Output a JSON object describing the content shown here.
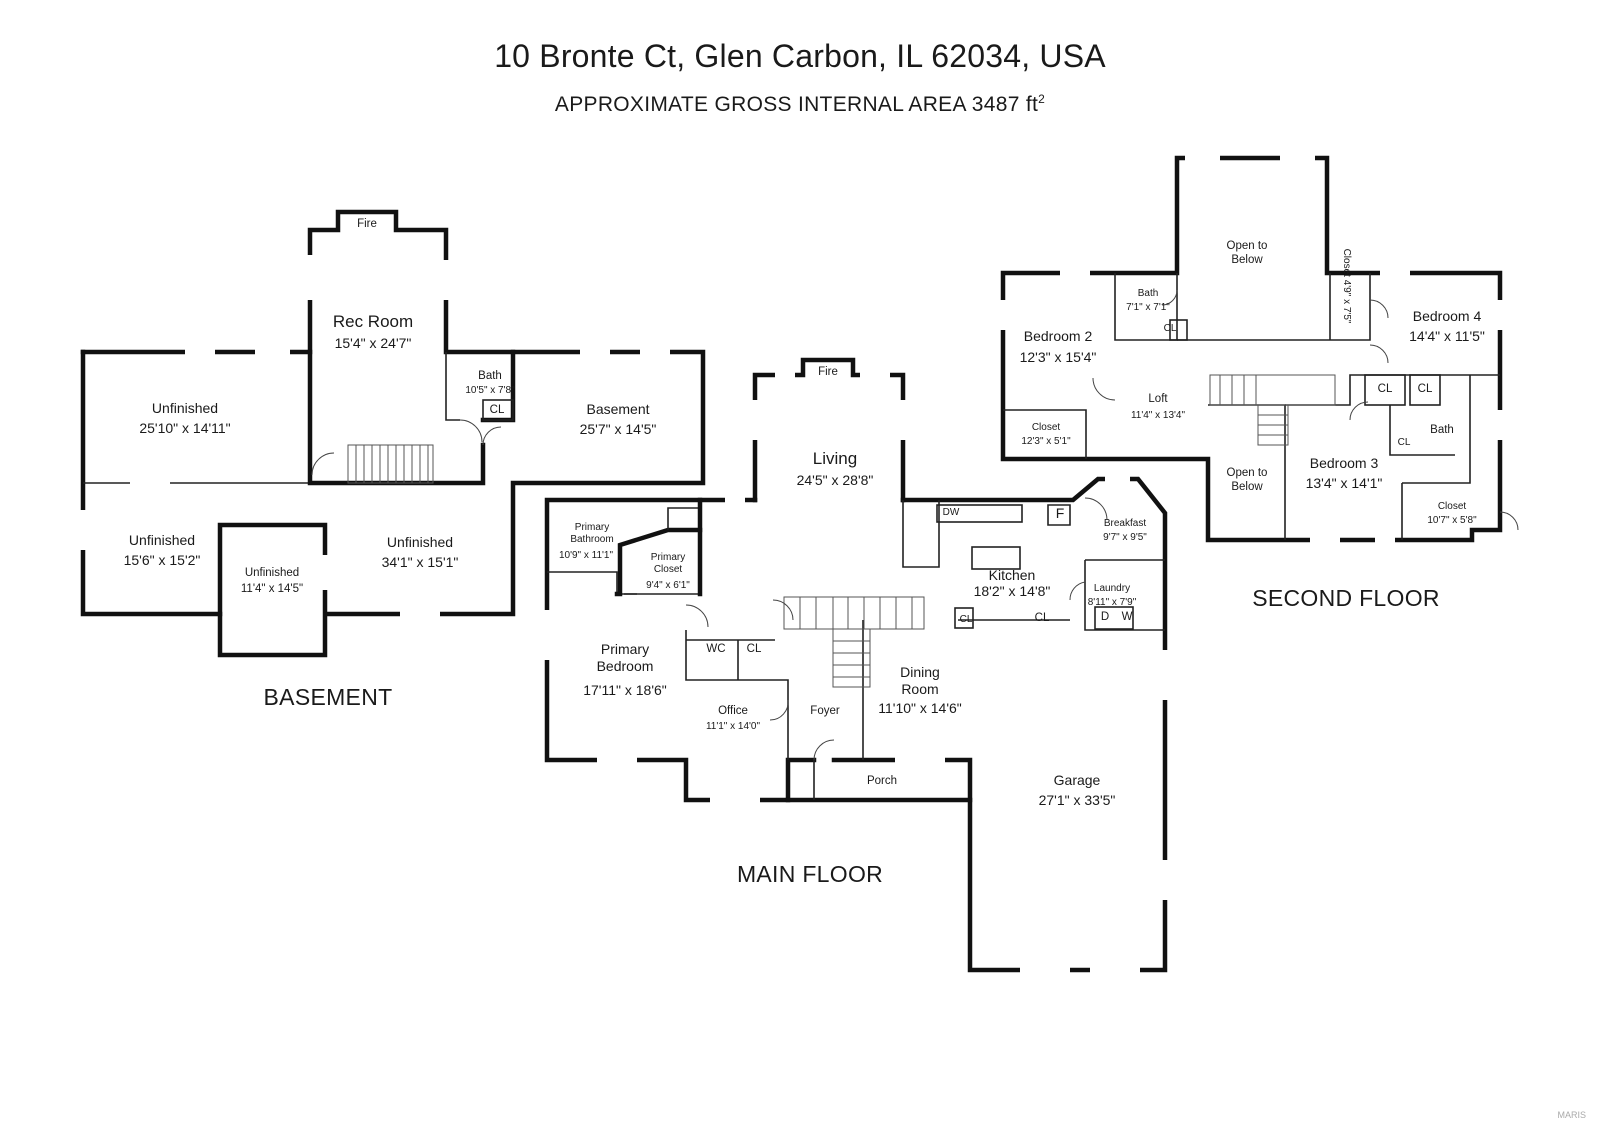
{
  "header": {
    "address": "10 Bronte Ct, Glen Carbon, IL 62034, USA",
    "area_label": "APPROXIMATE GROSS INTERNAL AREA 3487 ft",
    "area_sup": "2"
  },
  "floors": {
    "basement": "BASEMENT",
    "main": "MAIN FLOOR",
    "second": "SECOND FLOOR"
  },
  "basement_rooms": {
    "fire": "Fire",
    "rec_room": {
      "name": "Rec Room",
      "dims": "15'4\" x 24'7\""
    },
    "bath": {
      "name": "Bath",
      "dims": "10'5\" x 7'8\""
    },
    "cl": "CL",
    "unfinished_nw": {
      "name": "Unfinished",
      "dims": "25'10\" x 14'11\""
    },
    "basement": {
      "name": "Basement",
      "dims": "25'7\" x 14'5\""
    },
    "unfinished_sw": {
      "name": "Unfinished",
      "dims": "15'6\" x 15'2\""
    },
    "unfinished_small": {
      "name": "Unfinished",
      "dims": "11'4\" x 14'5\""
    },
    "unfinished_se": {
      "name": "Unfinished",
      "dims": "34'1\" x 15'1\""
    }
  },
  "main_rooms": {
    "fire": "Fire",
    "living": {
      "name": "Living",
      "dims": "24'5\" x 28'8\""
    },
    "primary_bath": {
      "name": "Primary\nBathroom",
      "dims": "10'9\" x 11'1\""
    },
    "primary_closet": {
      "name": "Primary\nCloset",
      "dims": "9'4\" x 6'1\""
    },
    "primary_bedroom": {
      "name": "Primary\nBedroom",
      "dims": "17'11\" x 18'6\""
    },
    "wc": "WC",
    "cl": "CL",
    "office": {
      "name": "Office",
      "dims": "11'1\" x 14'0\""
    },
    "foyer": "Foyer",
    "dining": {
      "name": "Dining\nRoom",
      "dims": "11'10\" x 14'6\""
    },
    "porch": "Porch",
    "dw": "DW",
    "f": "F",
    "breakfast": {
      "name": "Breakfast",
      "dims": "9'7\" x 9'5\""
    },
    "kitchen": {
      "name": "Kitchen",
      "dims": "18'2\" x 14'8\""
    },
    "laundry": {
      "name": "Laundry",
      "dims": "8'11\" x 7'9\""
    },
    "d": "D",
    "w": "W",
    "garage": {
      "name": "Garage",
      "dims": "27'1\" x 33'5\""
    }
  },
  "second_rooms": {
    "open_below_top": "Open to\nBelow",
    "open_below_bottom": "Open to\nBelow",
    "bedroom2": {
      "name": "Bedroom 2",
      "dims": "12'3\" x 15'4\""
    },
    "bath_upper": {
      "name": "Bath",
      "dims": "7'1\" x 7'1\""
    },
    "cl": "CL",
    "closet_b2": {
      "name": "Closet",
      "dims": "12'3\" x 5'1\""
    },
    "loft": {
      "name": "Loft",
      "dims": "11'4\" x 13'4\""
    },
    "closet_b4": {
      "name": "Closet",
      "dims": "4'9\" x 7'5\""
    },
    "bedroom4": {
      "name": "Bedroom 4",
      "dims": "14'4\" x 11'5\""
    },
    "bath_right": "Bath",
    "bedroom3": {
      "name": "Bedroom 3",
      "dims": "13'4\" x 14'1\""
    },
    "closet_b3": {
      "name": "Closet",
      "dims": "10'7\" x 5'8\""
    }
  },
  "watermark": "MARIS"
}
